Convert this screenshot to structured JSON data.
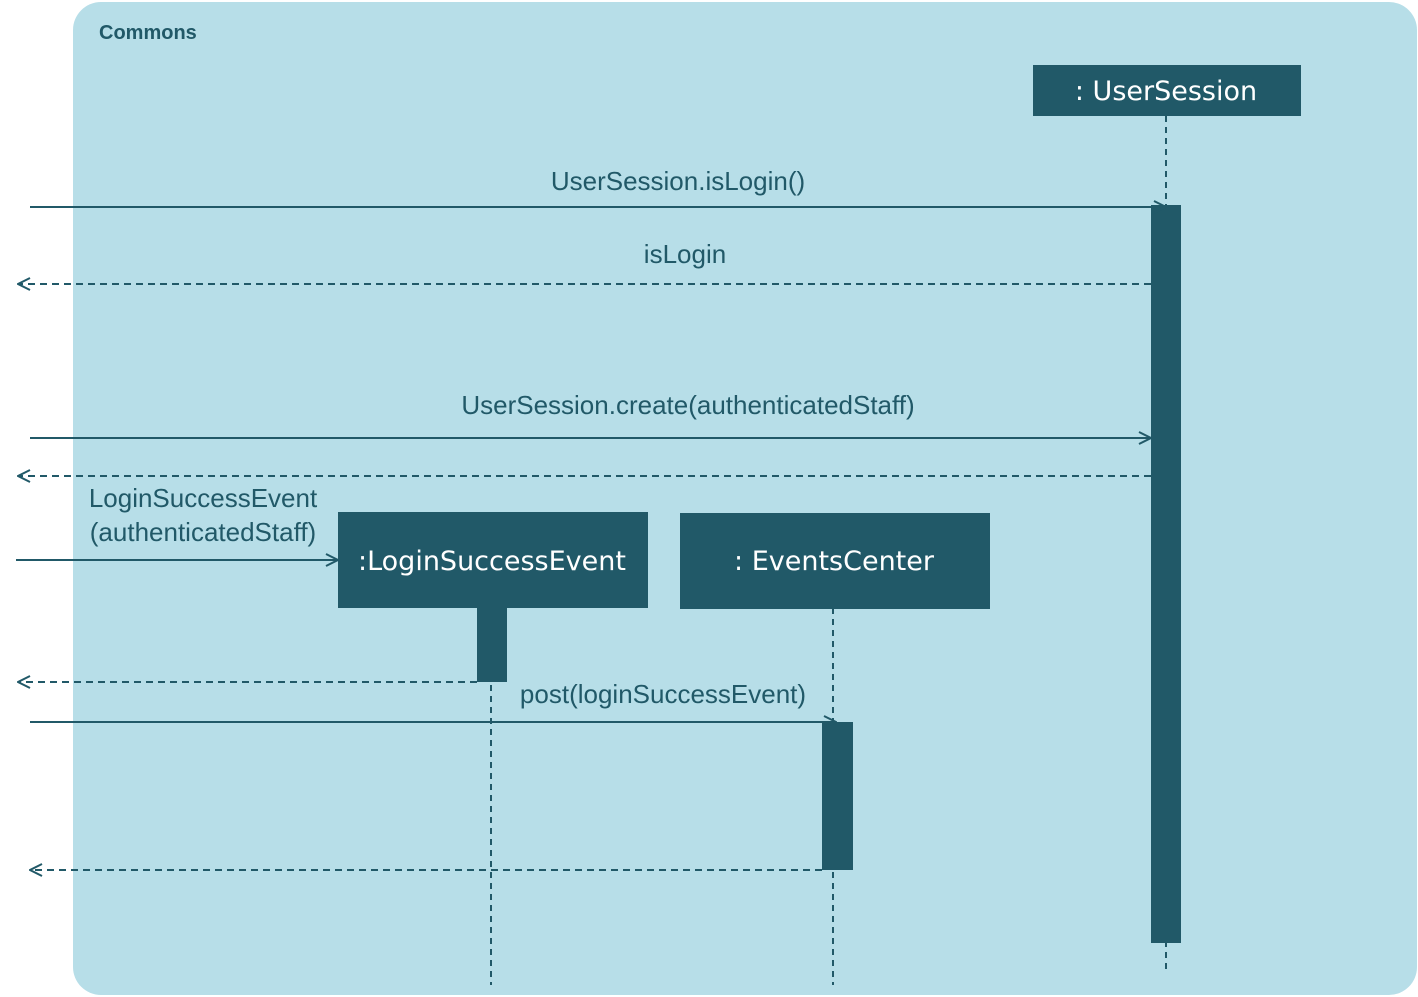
{
  "frame": {
    "label": "Commons"
  },
  "colors": {
    "frame_fill": "#b7dee8",
    "box_fill": "#215968",
    "line": "#215968",
    "box_text": "#ffffff",
    "message_text": "#215968"
  },
  "participants": {
    "user_session": ": UserSession",
    "login_success_event": ":LoginSuccessEvent",
    "events_center": ": EventsCenter"
  },
  "messages": {
    "is_login_call": "UserSession.isLogin()",
    "is_login_return": "isLogin",
    "create_call": "UserSession.create(authenticatedStaff)",
    "create_return": "",
    "login_event_call_line1": "LoginSuccessEvent",
    "login_event_call_line2": "(authenticatedStaff)",
    "login_event_return": "",
    "post_call": "post(loginSuccessEvent)",
    "post_return": ""
  }
}
